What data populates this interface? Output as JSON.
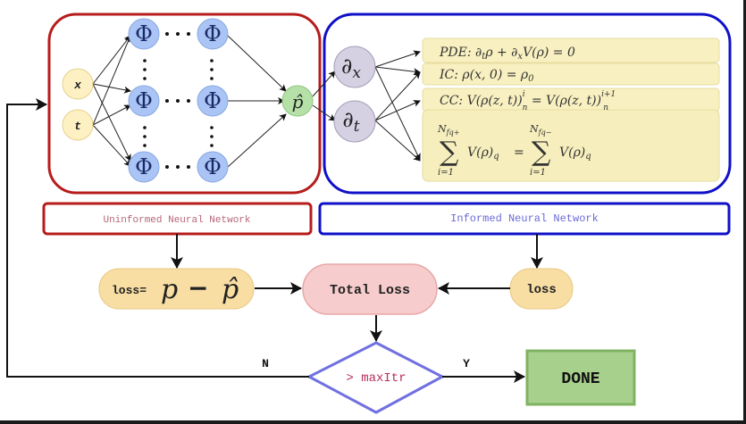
{
  "uninformed_network": {
    "inputs": [
      "x",
      "t"
    ],
    "hidden_node_symbol": "Φ",
    "output_symbol": "p̂",
    "label": "Uninformed Neural Network",
    "frame_color": "#b71c1c",
    "label_color": "#b5667a"
  },
  "informed_network": {
    "operators": [
      {
        "base": "∂",
        "sub": "x"
      },
      {
        "base": "∂",
        "sub": "t"
      }
    ],
    "constraints": {
      "pde": {
        "prefix": "PDE: ",
        "expr": "∂",
        "sub1": "t",
        "mid": "ρ + ∂",
        "sub2": "x",
        "tail": "V(ρ) = 0"
      },
      "ic": {
        "prefix": "IC: ",
        "expr": "ρ(x, 0) = ρ",
        "sub": "0"
      },
      "cc": {
        "prefix": "CC: ",
        "lhs": "V(ρ(z, t))",
        "lhs_sup": "i",
        "lhs_sub": "n",
        "eq": " = ",
        "rhs": "V(ρ(z, t))",
        "rhs_sup": "i+1",
        "rhs_sub": "n"
      },
      "sum": {
        "sigma": "∑",
        "upper_left": "N",
        "upper_left_sub": "fq+",
        "upper_right": "N",
        "upper_right_sub": "fq−",
        "lower": "i=1",
        "term": "V(ρ)",
        "term_sub": "q",
        "eq": "="
      }
    },
    "label": "Informed Neural Network",
    "frame_color": "#1010c8",
    "label_color": "#6a6ad8"
  },
  "loss_nodes": {
    "data_loss_prefix": "loss=",
    "data_loss_p": "p",
    "data_loss_minus": "−",
    "data_loss_phat": "p̂",
    "physics_loss": "loss",
    "total_loss": "Total Loss"
  },
  "decision": {
    "condition": "> maxItr",
    "no_label": "N",
    "yes_label": "Y"
  },
  "terminal": {
    "done": "DONE"
  },
  "colors": {
    "input_fill": "#fdf1c4",
    "hidden_fill": "#a9c4f5",
    "output_fill": "#b5e0a8",
    "operator_fill": "#d5d0e2",
    "constraint_fill": "#f8f0c0",
    "loss_fill": "#f8dea3",
    "total_loss_fill": "#f7cccc",
    "decision_stroke": "#7070e0",
    "decision_text": "#b5305a",
    "done_fill": "#a8d08d",
    "done_stroke": "#7fb362"
  }
}
